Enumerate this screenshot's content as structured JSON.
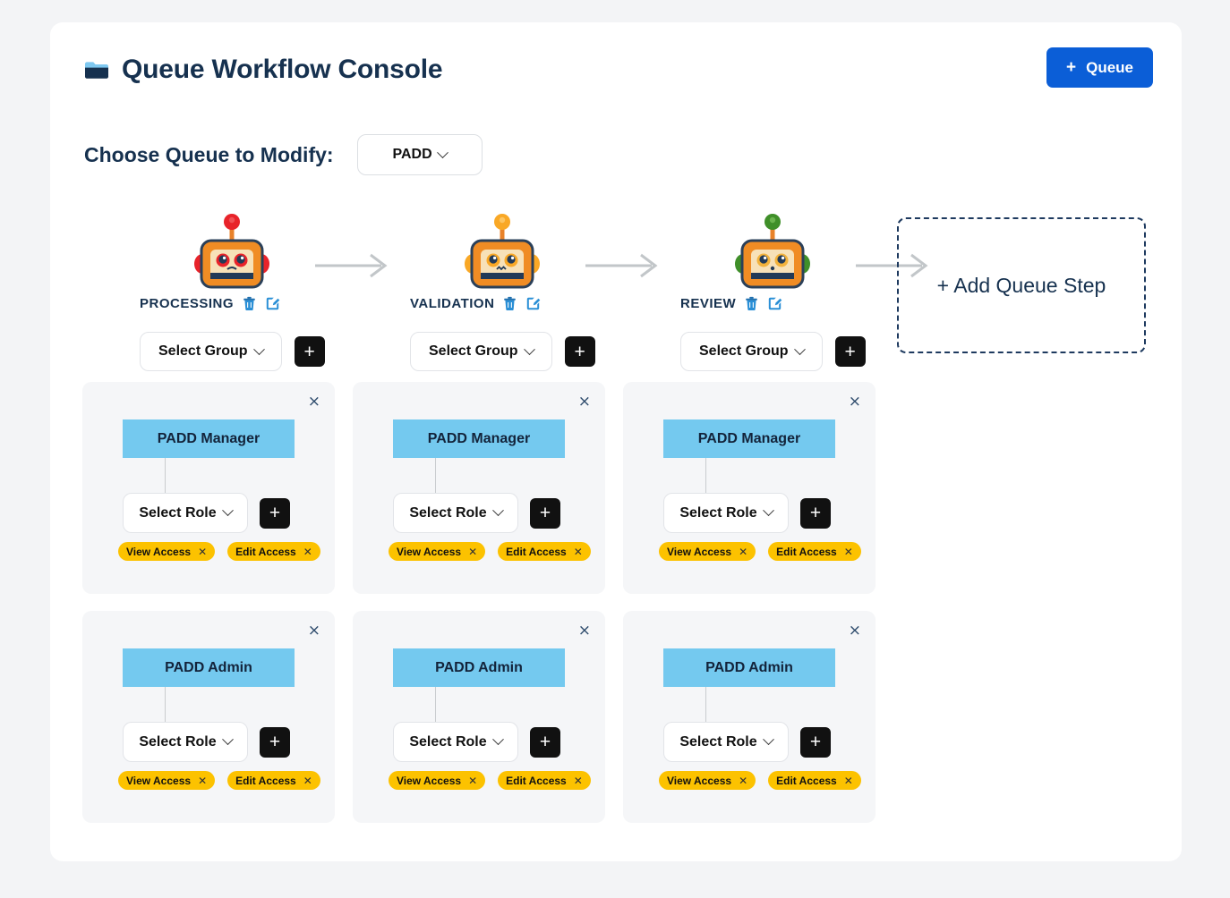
{
  "header": {
    "folder_icon": "folder-icon",
    "title": "Queue Workflow Console",
    "queue_button": {
      "plus": "+",
      "label": "Queue"
    }
  },
  "queue_selector": {
    "label": "Choose Queue to Modify:",
    "selected": "PADD",
    "chevron_icon": "chevron-down-icon"
  },
  "steps": [
    {
      "name": "PROCESSING",
      "robot_icon": "robot-icon",
      "accent_color": "#e8232a",
      "delete_icon": "trash-icon",
      "edit_icon": "edit-icon",
      "group_select": "Select Group",
      "add_label": "+"
    },
    {
      "name": "VALIDATION",
      "robot_icon": "robot-icon",
      "accent_color": "#f9a826",
      "delete_icon": "trash-icon",
      "edit_icon": "edit-icon",
      "group_select": "Select Group",
      "add_label": "+"
    },
    {
      "name": "REVIEW",
      "robot_icon": "robot-icon",
      "accent_color": "#3f8f29",
      "delete_icon": "trash-icon",
      "edit_icon": "edit-icon",
      "group_select": "Select Group",
      "add_label": "+"
    }
  ],
  "add_step": {
    "label": "+ Add Queue Step"
  },
  "group_cards": [
    [
      {
        "title": "PADD Manager",
        "close_icon": "×",
        "role_select": "Select Role",
        "add_label": "+",
        "badges": [
          {
            "label": "View Access",
            "remove": "✕"
          },
          {
            "label": "Edit Access",
            "remove": "✕"
          }
        ]
      },
      {
        "title": "PADD Manager",
        "close_icon": "×",
        "role_select": "Select Role",
        "add_label": "+",
        "badges": [
          {
            "label": "View Access",
            "remove": "✕"
          },
          {
            "label": "Edit Access",
            "remove": "✕"
          }
        ]
      },
      {
        "title": "PADD Manager",
        "close_icon": "×",
        "role_select": "Select Role",
        "add_label": "+",
        "badges": [
          {
            "label": "View Access",
            "remove": "✕"
          },
          {
            "label": "Edit Access",
            "remove": "✕"
          }
        ]
      }
    ],
    [
      {
        "title": "PADD Admin",
        "close_icon": "×",
        "role_select": "Select Role",
        "add_label": "+",
        "badges": [
          {
            "label": "View Access",
            "remove": "✕"
          },
          {
            "label": "Edit Access",
            "remove": "✕"
          }
        ]
      },
      {
        "title": "PADD Admin",
        "close_icon": "×",
        "role_select": "Select Role",
        "add_label": "+",
        "badges": [
          {
            "label": "View Access",
            "remove": "✕"
          },
          {
            "label": "Edit Access",
            "remove": "✕"
          }
        ]
      },
      {
        "title": "PADD Admin",
        "close_icon": "×",
        "role_select": "Select Role",
        "add_label": "+",
        "badges": [
          {
            "label": "View Access",
            "remove": "✕"
          },
          {
            "label": "Edit Access",
            "remove": "✕"
          }
        ]
      }
    ]
  ],
  "colors": {
    "page_bg": "#f3f4f6",
    "panel_bg": "#ffffff",
    "primary_blue": "#0b5ed7",
    "title_navy": "#16314f",
    "card_bg": "#f5f6f8",
    "title_chip_blue": "#74c9ef",
    "badge_amber": "#fcc200",
    "arrow_gray": "#c2c6c9",
    "black_button": "#111111"
  }
}
